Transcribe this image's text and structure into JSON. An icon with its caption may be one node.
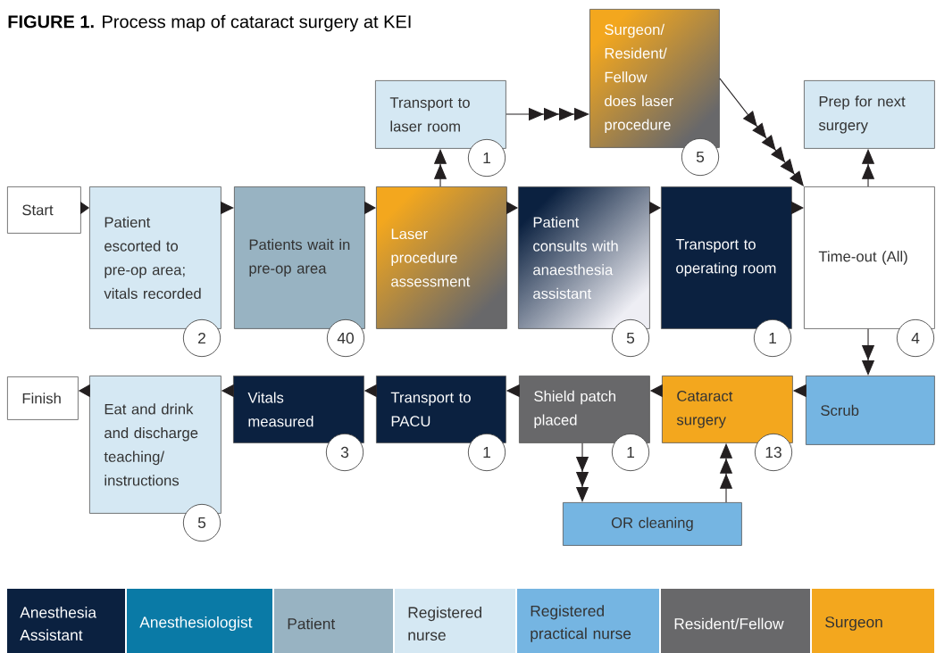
{
  "diagram": {
    "title": "**FIGURE 1.** Process map of cataract surgery at KEI",
    "nodes": [
      {
        "text": [
          "Transport to laser room"
        ],
        "beside": [
          "1"
        ]
      },
      {
        "text": [
          "Surgeon/ Resident/ Fellow does laser procedure"
        ],
        "beside": [
          "5"
        ]
      },
      {
        "text": [
          "Prep for next surgery"
        ]
      },
      {
        "text": [
          "Start"
        ]
      },
      {
        "text": [
          "Patient escorted to pre-op area; vitals recorded"
        ],
        "beside": [
          "2"
        ]
      },
      {
        "text": [
          "Patients wait in pre-op area"
        ],
        "beside": [
          "40"
        ]
      },
      {
        "text": [
          "Laser procedure assessment"
        ]
      },
      {
        "text": [
          "Patient consults with anaesthesia assistant"
        ],
        "beside": [
          "5"
        ]
      },
      {
        "text": [
          "Transport to operating room"
        ],
        "beside": [
          "1"
        ]
      },
      {
        "text": [
          "Time-out (All)"
        ],
        "beside": [
          "4"
        ]
      },
      {
        "text": [
          "Finish"
        ]
      },
      {
        "text": [
          "Eat and drink and discharge teaching/ instructions"
        ],
        "beside": [
          "5"
        ]
      },
      {
        "text": [
          "Vitals measured"
        ],
        "beside": [
          "3"
        ]
      },
      {
        "text": [
          "Transport to PACU"
        ],
        "beside": [
          "1"
        ]
      },
      {
        "text": [
          "Shield patch placed"
        ],
        "beside": [
          "1"
        ]
      },
      {
        "text": [
          "Cataract surgery"
        ],
        "beside": [
          "13"
        ]
      },
      {
        "text": [
          "Scrub"
        ]
      },
      {
        "text": [
          "OR cleaning"
        ]
      }
    ],
    "edges": [
      {
        "from": 3,
        "to": 4,
        "arrow": "to"
      },
      {
        "from": 4,
        "to": 5,
        "arrow": "to"
      },
      {
        "from": 5,
        "to": 6,
        "arrow": "to"
      },
      {
        "from": 6,
        "to": 0,
        "arrow": "to"
      },
      {
        "from": 0,
        "to": 1,
        "arrow": "to"
      },
      {
        "from": 1,
        "to": 9,
        "arrow": "to"
      },
      {
        "from": 6,
        "to": 7,
        "arrow": "to"
      },
      {
        "from": 7,
        "to": 8,
        "arrow": "to"
      },
      {
        "from": 8,
        "to": 9,
        "arrow": "to"
      },
      {
        "from": 9,
        "to": 2,
        "arrow": "to"
      },
      {
        "from": 9,
        "to": 16,
        "arrow": "to"
      },
      {
        "from": 16,
        "to": 15,
        "arrow": "to"
      },
      {
        "from": 15,
        "to": 14,
        "arrow": "to"
      },
      {
        "from": 14,
        "to": 17,
        "arrow": "to"
      },
      {
        "from": 17,
        "to": 15,
        "arrow": "to"
      },
      {
        "from": 14,
        "to": 13,
        "arrow": "to"
      },
      {
        "from": 13,
        "to": 12,
        "arrow": "to"
      },
      {
        "from": 12,
        "to": 11,
        "arrow": "to"
      },
      {
        "from": 11,
        "to": 10,
        "arrow": "to"
      }
    ],
    "legend": [
      {
        "text": "Anesthesia Assistant",
        "color": "#0b2140"
      },
      {
        "text": "Anesthesiologist",
        "color": "#0a7aa6"
      },
      {
        "text": "Patient",
        "color": "#98b3c2"
      },
      {
        "text": "Registered nurse",
        "color": "#d5e8f3"
      },
      {
        "text": "Registered practical nurse",
        "color": "#75b5e2"
      },
      {
        "text": "Resident/Fellow",
        "color": "#68686a"
      },
      {
        "text": "Surgeon",
        "color": "#f3a71e"
      }
    ]
  }
}
